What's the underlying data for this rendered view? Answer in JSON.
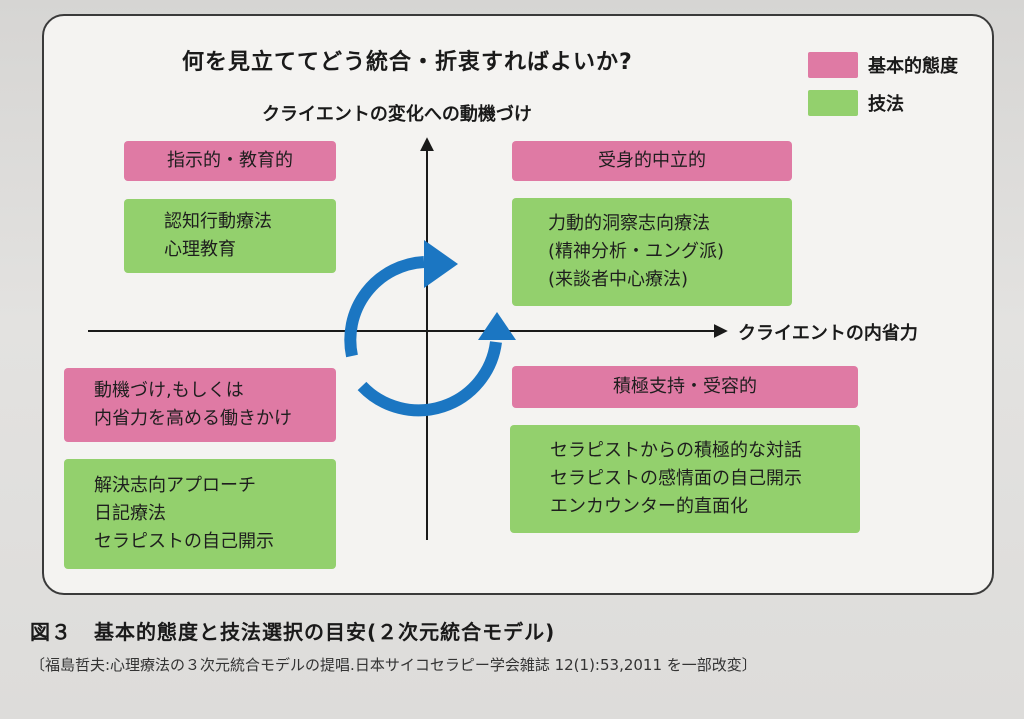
{
  "diagram": {
    "title": "何を見立ててどう統合・折衷すればよいか?",
    "legend": [
      {
        "label": "基本的態度",
        "color": "#df7aa4"
      },
      {
        "label": "技法",
        "color": "#93d06d"
      }
    ],
    "y_axis_label": "クライエントの変化への動機づけ",
    "x_axis_label": "クライエントの内省力",
    "quadrants": {
      "top_left": {
        "attitude": "指示的・教育的",
        "techniques": [
          "認知行動療法",
          "心理教育"
        ]
      },
      "top_right": {
        "attitude": "受身的中立的",
        "techniques": [
          "力動的洞察志向療法",
          "(精神分析・ユング派)",
          "(来談者中心療法)"
        ]
      },
      "bottom_left": {
        "attitude": [
          "動機づけ,もしくは",
          "内省力を高める働きかけ"
        ],
        "techniques": [
          "解決志向アプローチ",
          "日記療法",
          "セラピストの自己開示"
        ]
      },
      "bottom_right": {
        "attitude": "積極支持・受容的",
        "techniques": [
          "セラピストからの積極的な対話",
          "セラピストの感情面の自己開示",
          "エンカウンター的直面化"
        ]
      }
    },
    "cycle_arrow_color": "#1b76c2"
  },
  "caption": {
    "figure_number": "図３",
    "text": "基本的態度と技法選択の目安(２次元統合モデル)"
  },
  "source": "〔福島哲夫:心理療法の３次元統合モデルの提唱.日本サイコセラピー学会雑誌 12(1):53,2011 を一部改変〕"
}
